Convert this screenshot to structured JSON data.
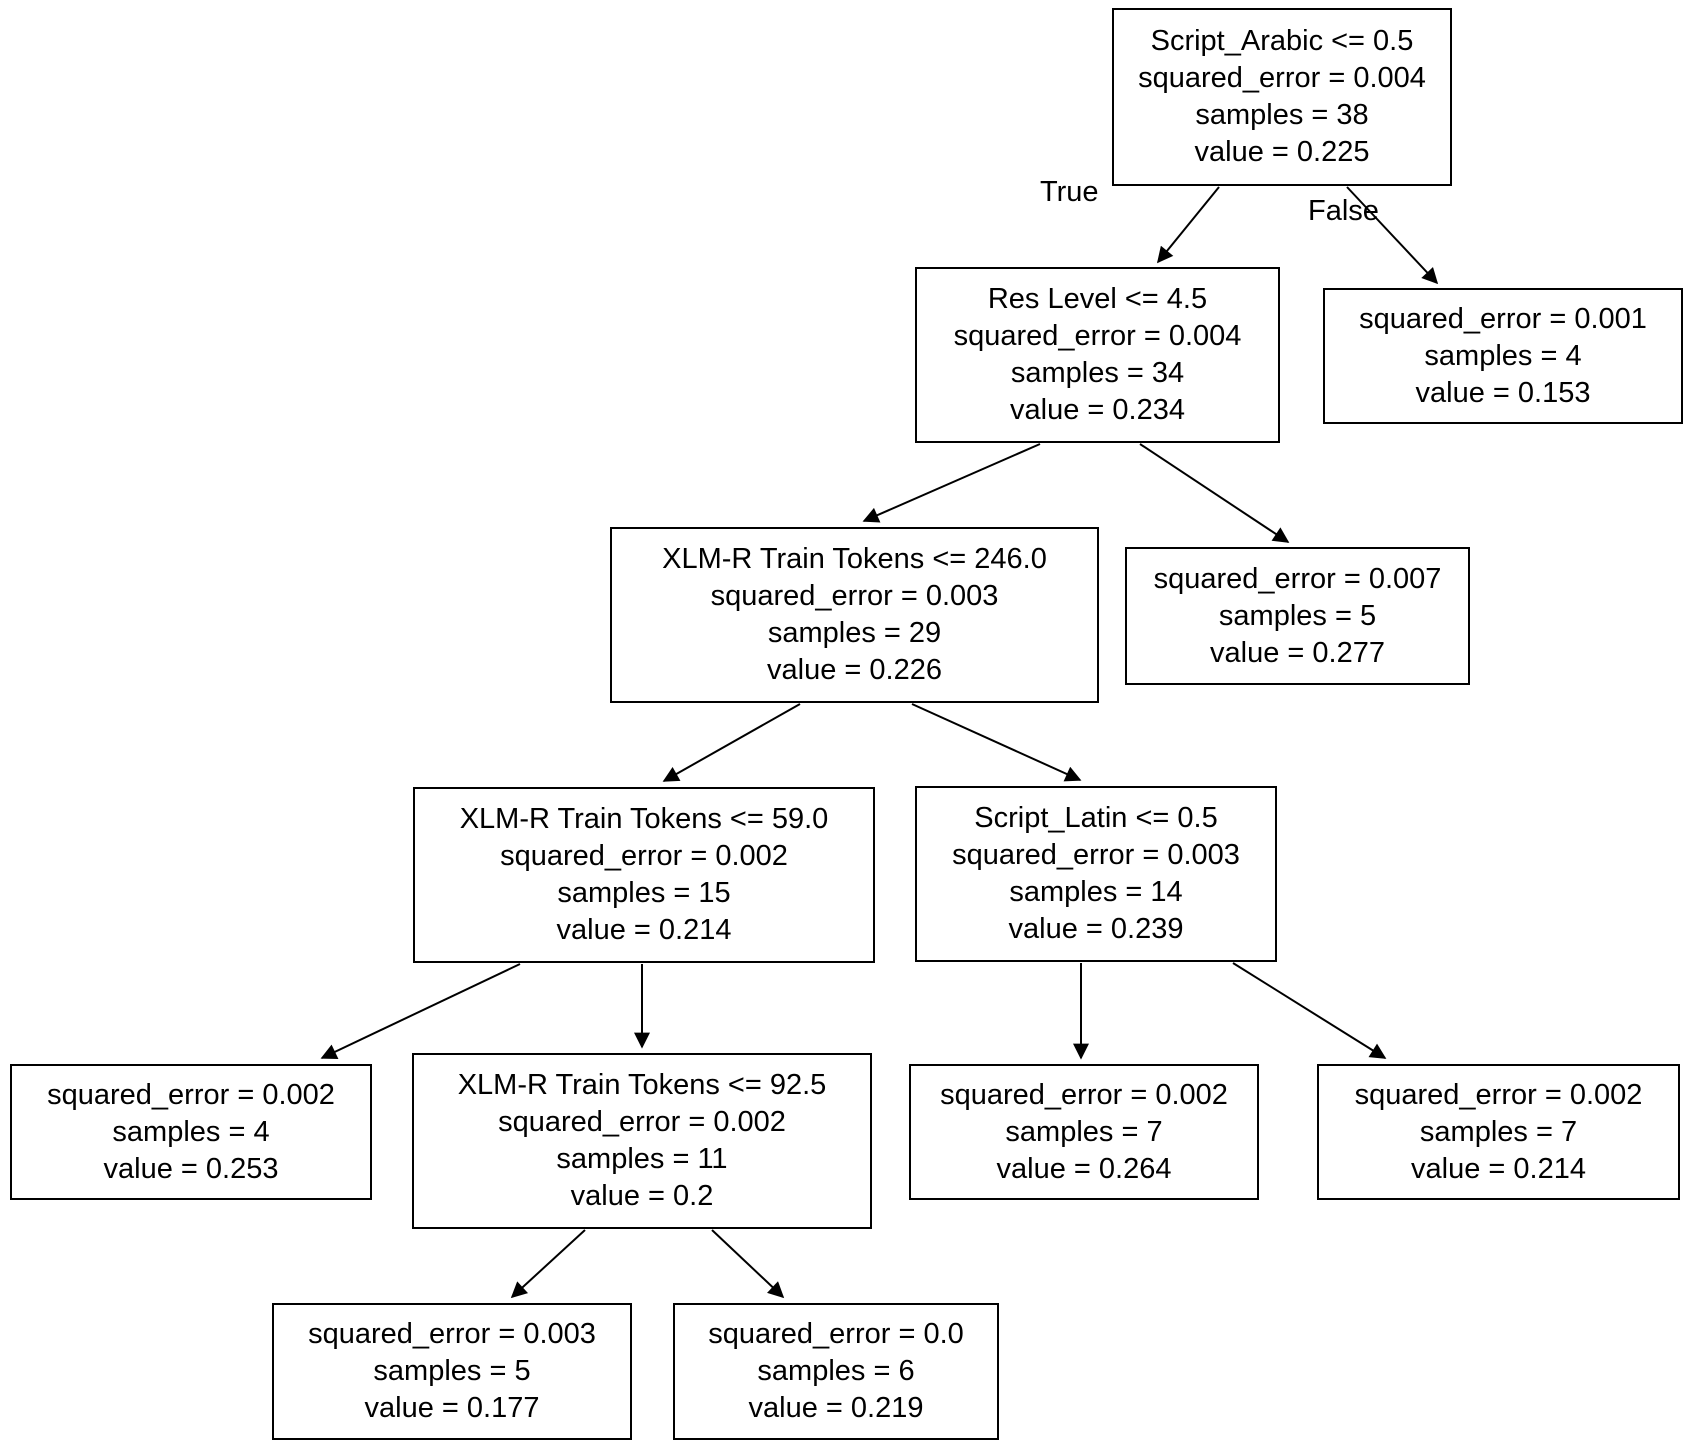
{
  "diagram": {
    "type": "decision-tree-regression",
    "criterion": "squared_error",
    "colors": {
      "background": "#ffffff",
      "node_border": "#000000",
      "text": "#000000",
      "edge": "#000000"
    },
    "edge_labels": {
      "true_branch": "True",
      "false_branch": "False"
    },
    "nodes": [
      {
        "id": 0,
        "kind": "split",
        "condition": "Script_Arabic <= 0.5",
        "squared_error": 0.004,
        "samples": 38,
        "value": 0.225,
        "true_child": 1,
        "false_child": 2,
        "lines": [
          "Script_Arabic <= 0.5",
          "squared_error = 0.004",
          "samples = 38",
          "value = 0.225"
        ]
      },
      {
        "id": 1,
        "kind": "split",
        "condition": "Res Level <= 4.5",
        "squared_error": 0.004,
        "samples": 34,
        "value": 0.234,
        "true_child": 3,
        "false_child": 4,
        "lines": [
          "Res Level <= 4.5",
          "squared_error = 0.004",
          "samples = 34",
          "value = 0.234"
        ]
      },
      {
        "id": 2,
        "kind": "leaf",
        "squared_error": 0.001,
        "samples": 4,
        "value": 0.153,
        "lines": [
          "squared_error = 0.001",
          "samples = 4",
          "value = 0.153"
        ]
      },
      {
        "id": 3,
        "kind": "split",
        "condition": "XLM-R Train Tokens <= 246.0",
        "squared_error": 0.003,
        "samples": 29,
        "value": 0.226,
        "true_child": 5,
        "false_child": 6,
        "lines": [
          "XLM-R Train Tokens <= 246.0",
          "squared_error = 0.003",
          "samples = 29",
          "value = 0.226"
        ]
      },
      {
        "id": 4,
        "kind": "leaf",
        "squared_error": 0.007,
        "samples": 5,
        "value": 0.277,
        "lines": [
          "squared_error = 0.007",
          "samples = 5",
          "value = 0.277"
        ]
      },
      {
        "id": 5,
        "kind": "split",
        "condition": "XLM-R Train Tokens <= 59.0",
        "squared_error": 0.002,
        "samples": 15,
        "value": 0.214,
        "true_child": 7,
        "false_child": 8,
        "lines": [
          "XLM-R Train Tokens <= 59.0",
          "squared_error = 0.002",
          "samples = 15",
          "value = 0.214"
        ]
      },
      {
        "id": 6,
        "kind": "split",
        "condition": "Script_Latin <= 0.5",
        "squared_error": 0.003,
        "samples": 14,
        "value": 0.239,
        "true_child": 9,
        "false_child": 10,
        "lines": [
          "Script_Latin <= 0.5",
          "squared_error = 0.003",
          "samples = 14",
          "value = 0.239"
        ]
      },
      {
        "id": 7,
        "kind": "leaf",
        "squared_error": 0.002,
        "samples": 4,
        "value": 0.253,
        "lines": [
          "squared_error = 0.002",
          "samples = 4",
          "value = 0.253"
        ]
      },
      {
        "id": 8,
        "kind": "split",
        "condition": "XLM-R Train Tokens <= 92.5",
        "squared_error": 0.002,
        "samples": 11,
        "value": 0.2,
        "true_child": 11,
        "false_child": 12,
        "lines": [
          "XLM-R Train Tokens <= 92.5",
          "squared_error = 0.002",
          "samples = 11",
          "value = 0.2"
        ]
      },
      {
        "id": 9,
        "kind": "leaf",
        "squared_error": 0.002,
        "samples": 7,
        "value": 0.264,
        "lines": [
          "squared_error = 0.002",
          "samples = 7",
          "value = 0.264"
        ]
      },
      {
        "id": 10,
        "kind": "leaf",
        "squared_error": 0.002,
        "samples": 7,
        "value": 0.214,
        "lines": [
          "squared_error = 0.002",
          "samples = 7",
          "value = 0.214"
        ]
      },
      {
        "id": 11,
        "kind": "leaf",
        "squared_error": 0.003,
        "samples": 5,
        "value": 0.177,
        "lines": [
          "squared_error = 0.003",
          "samples = 5",
          "value = 0.177"
        ]
      },
      {
        "id": 12,
        "kind": "leaf",
        "squared_error": 0.0,
        "samples": 6,
        "value": 0.219,
        "lines": [
          "squared_error = 0.0",
          "samples = 6",
          "value = 0.219"
        ]
      }
    ]
  }
}
